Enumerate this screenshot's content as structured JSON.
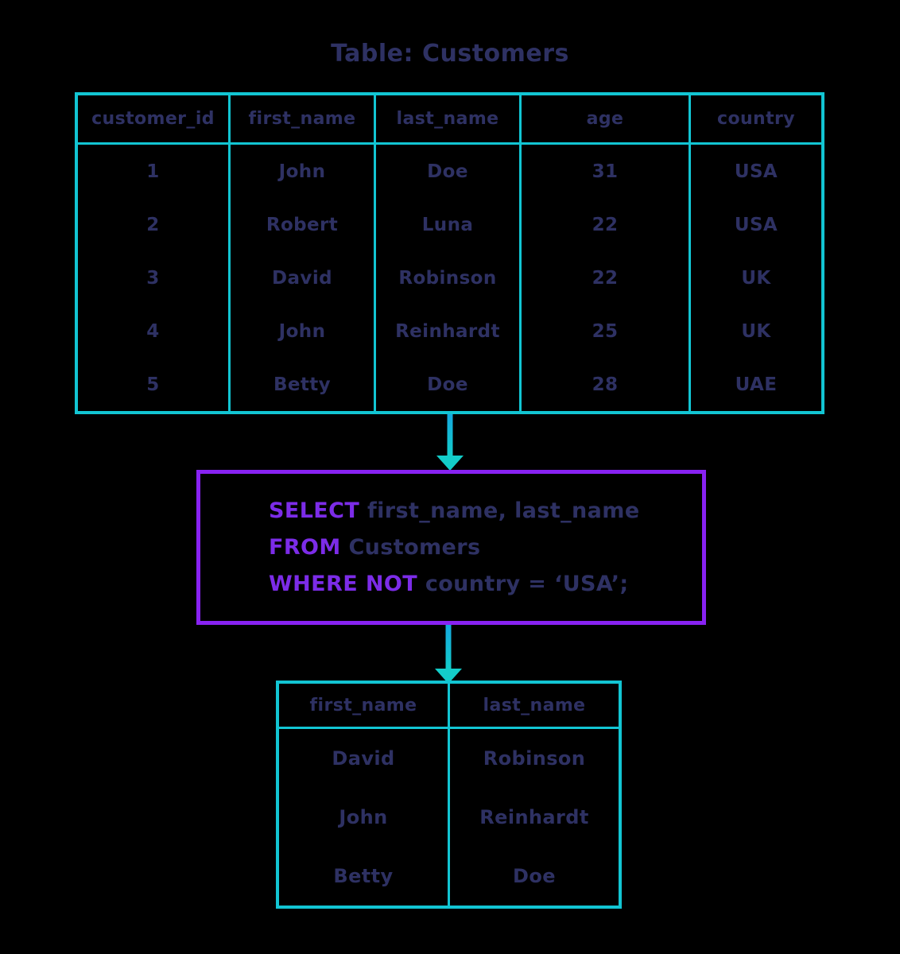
{
  "colors": {
    "background": "#000000",
    "table_border_teal": "#12c5d3",
    "arrow_top": "#14a9e0",
    "arrow_bottom": "#13cdc9",
    "query_box_border": "#8822f2",
    "sql_keyword": "#7c2ce8",
    "text_navy": "#2e3163"
  },
  "title": "Table: Customers",
  "main_table": {
    "headers": [
      "customer_id",
      "first_name",
      "last_name",
      "age",
      "country"
    ],
    "rows": [
      [
        "1",
        "John",
        "Doe",
        "31",
        "USA"
      ],
      [
        "2",
        "Robert",
        "Luna",
        "22",
        "USA"
      ],
      [
        "3",
        "David",
        "Robinson",
        "22",
        "UK"
      ],
      [
        "4",
        "John",
        "Reinhardt",
        "25",
        "UK"
      ],
      [
        "5",
        "Betty",
        "Doe",
        "28",
        "UAE"
      ]
    ]
  },
  "query": {
    "lines": [
      {
        "keyword": "SELECT",
        "rest": " first_name, last_name"
      },
      {
        "keyword": "FROM",
        "rest": " Customers"
      },
      {
        "keyword": "WHERE NOT",
        "rest": " country = ‘USA’;"
      }
    ]
  },
  "result_table": {
    "headers": [
      "first_name",
      "last_name"
    ],
    "rows": [
      [
        "David",
        "Robinson"
      ],
      [
        "John",
        "Reinhardt"
      ],
      [
        "Betty",
        "Doe"
      ]
    ]
  }
}
